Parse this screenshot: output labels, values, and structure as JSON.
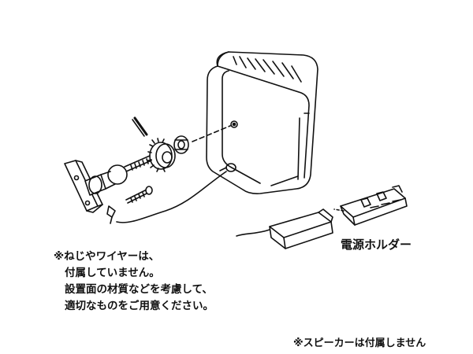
{
  "labels": {
    "power_holder": "電源ホルダー",
    "footer_note": "※スピーカーは付属しません"
  },
  "note": {
    "lines": [
      "※ねじやワイヤーは、",
      "付属していません。",
      "設置面の材質などを考慮して、",
      "適切なものをご用意ください。"
    ]
  },
  "colors": {
    "line": "#111111",
    "background": "#ffffff"
  }
}
